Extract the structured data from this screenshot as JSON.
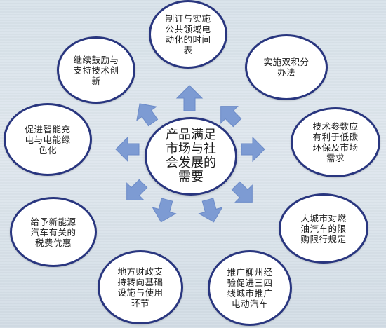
{
  "diagram": {
    "center_label": "产品满足\n市场与社\n会发展的\n需要",
    "nodes": [
      {
        "id": "top",
        "label": "制订与实施\n公共领域电\n动化的时间\n表"
      },
      {
        "id": "top-right",
        "label": "实施双积分\n办法"
      },
      {
        "id": "right",
        "label": "技术参数应\n有利于低碳\n环保及市场\n需求"
      },
      {
        "id": "bottom-right",
        "label": "大城市对燃\n油汽车的限\n购限行规定"
      },
      {
        "id": "bottom-center-right",
        "label": "推广柳州经\n验促进三四\n线城市推广\n电动汽车"
      },
      {
        "id": "bottom-center-left",
        "label": "地方财政支\n持转向基础\n设施与使用\n环节"
      },
      {
        "id": "bottom-left",
        "label": "给予新能源\n汽车有关的\n税费优惠"
      },
      {
        "id": "left",
        "label": "促进智能充\n电与电能绿\n色化"
      },
      {
        "id": "top-left",
        "label": "继续鼓励与\n支持技术创\n新"
      }
    ]
  },
  "colors": {
    "node_border": "#29367f",
    "arrow_fill": "#7d9bd3",
    "background": "#dbe4ec"
  }
}
